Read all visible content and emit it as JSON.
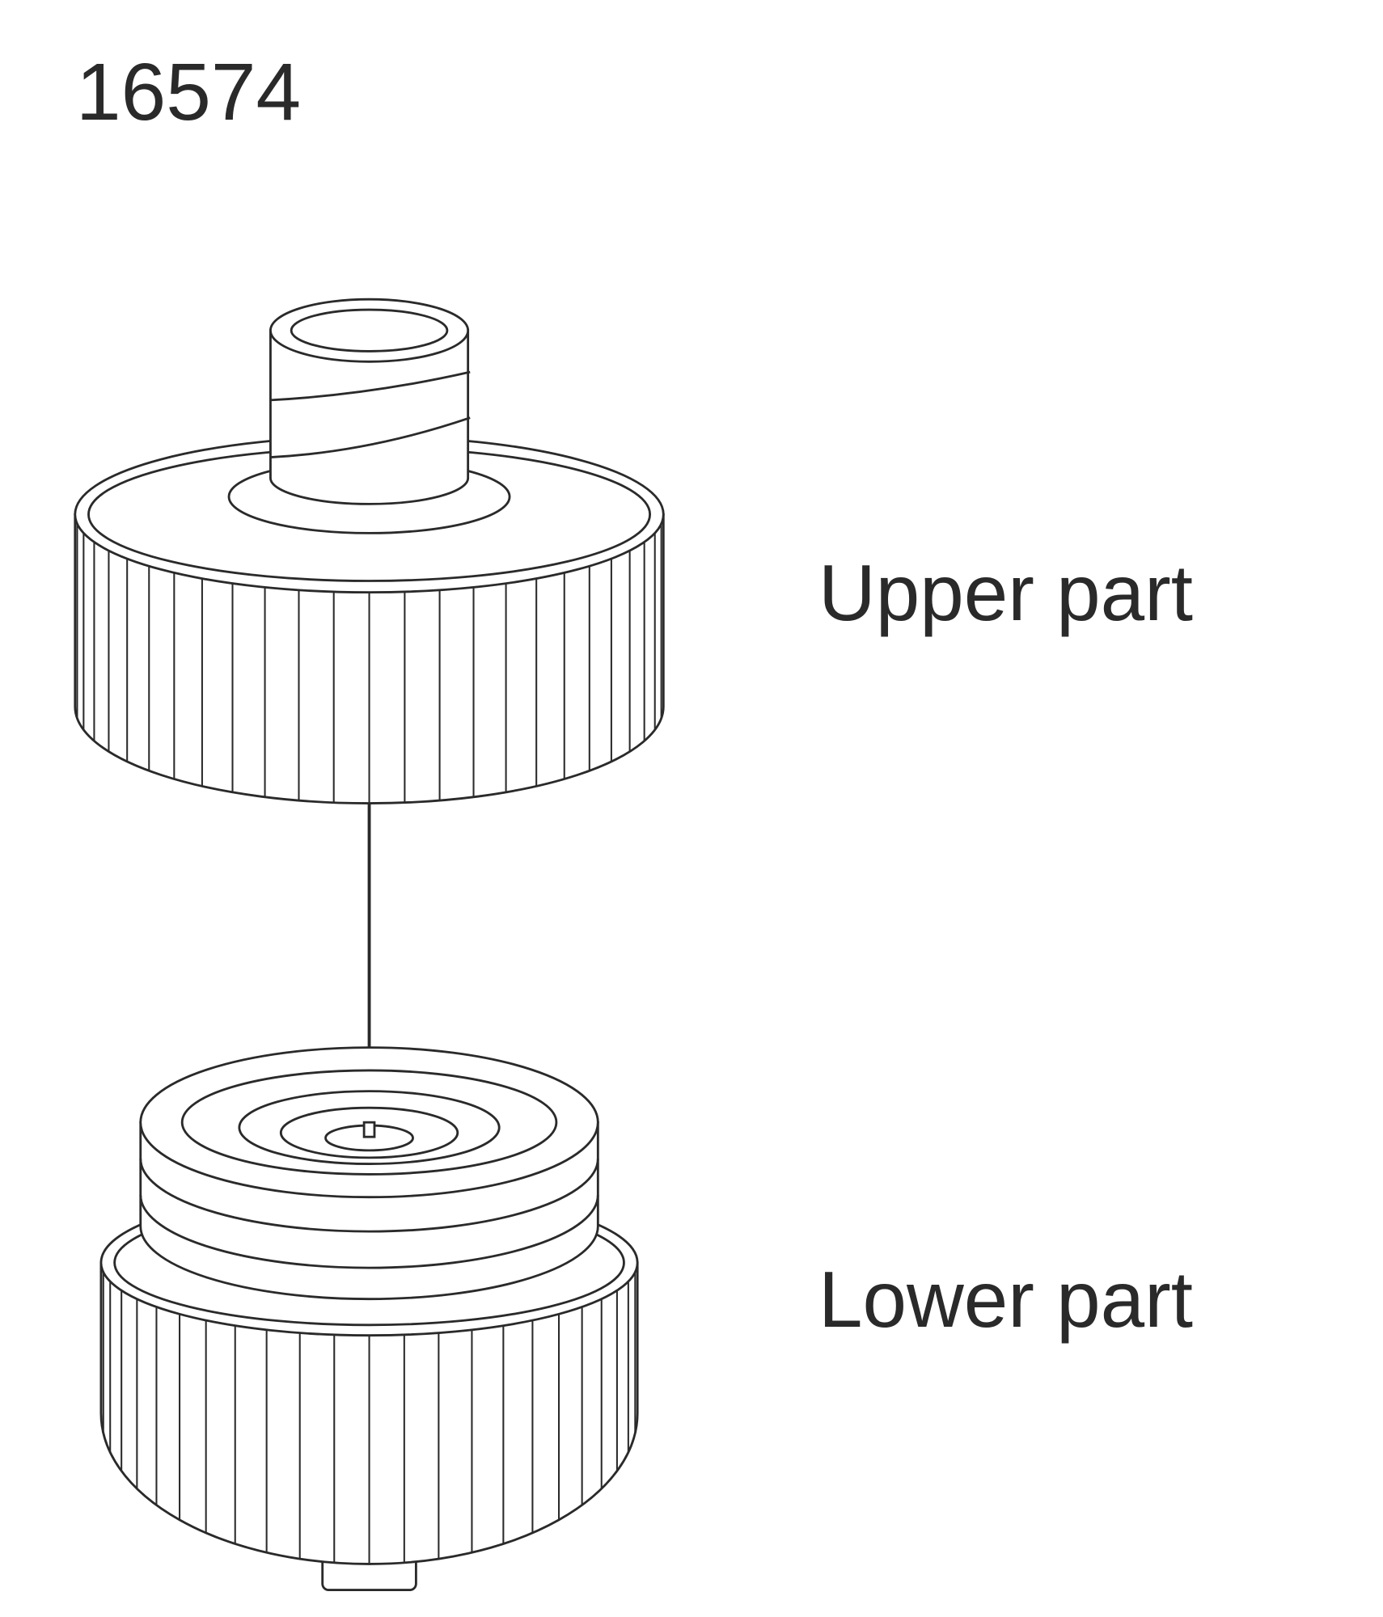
{
  "part_number": "16574",
  "labels": {
    "upper": "Upper part",
    "lower": "Lower part"
  },
  "colors": {
    "line": "#2a2a2a",
    "background": "#ffffff"
  }
}
